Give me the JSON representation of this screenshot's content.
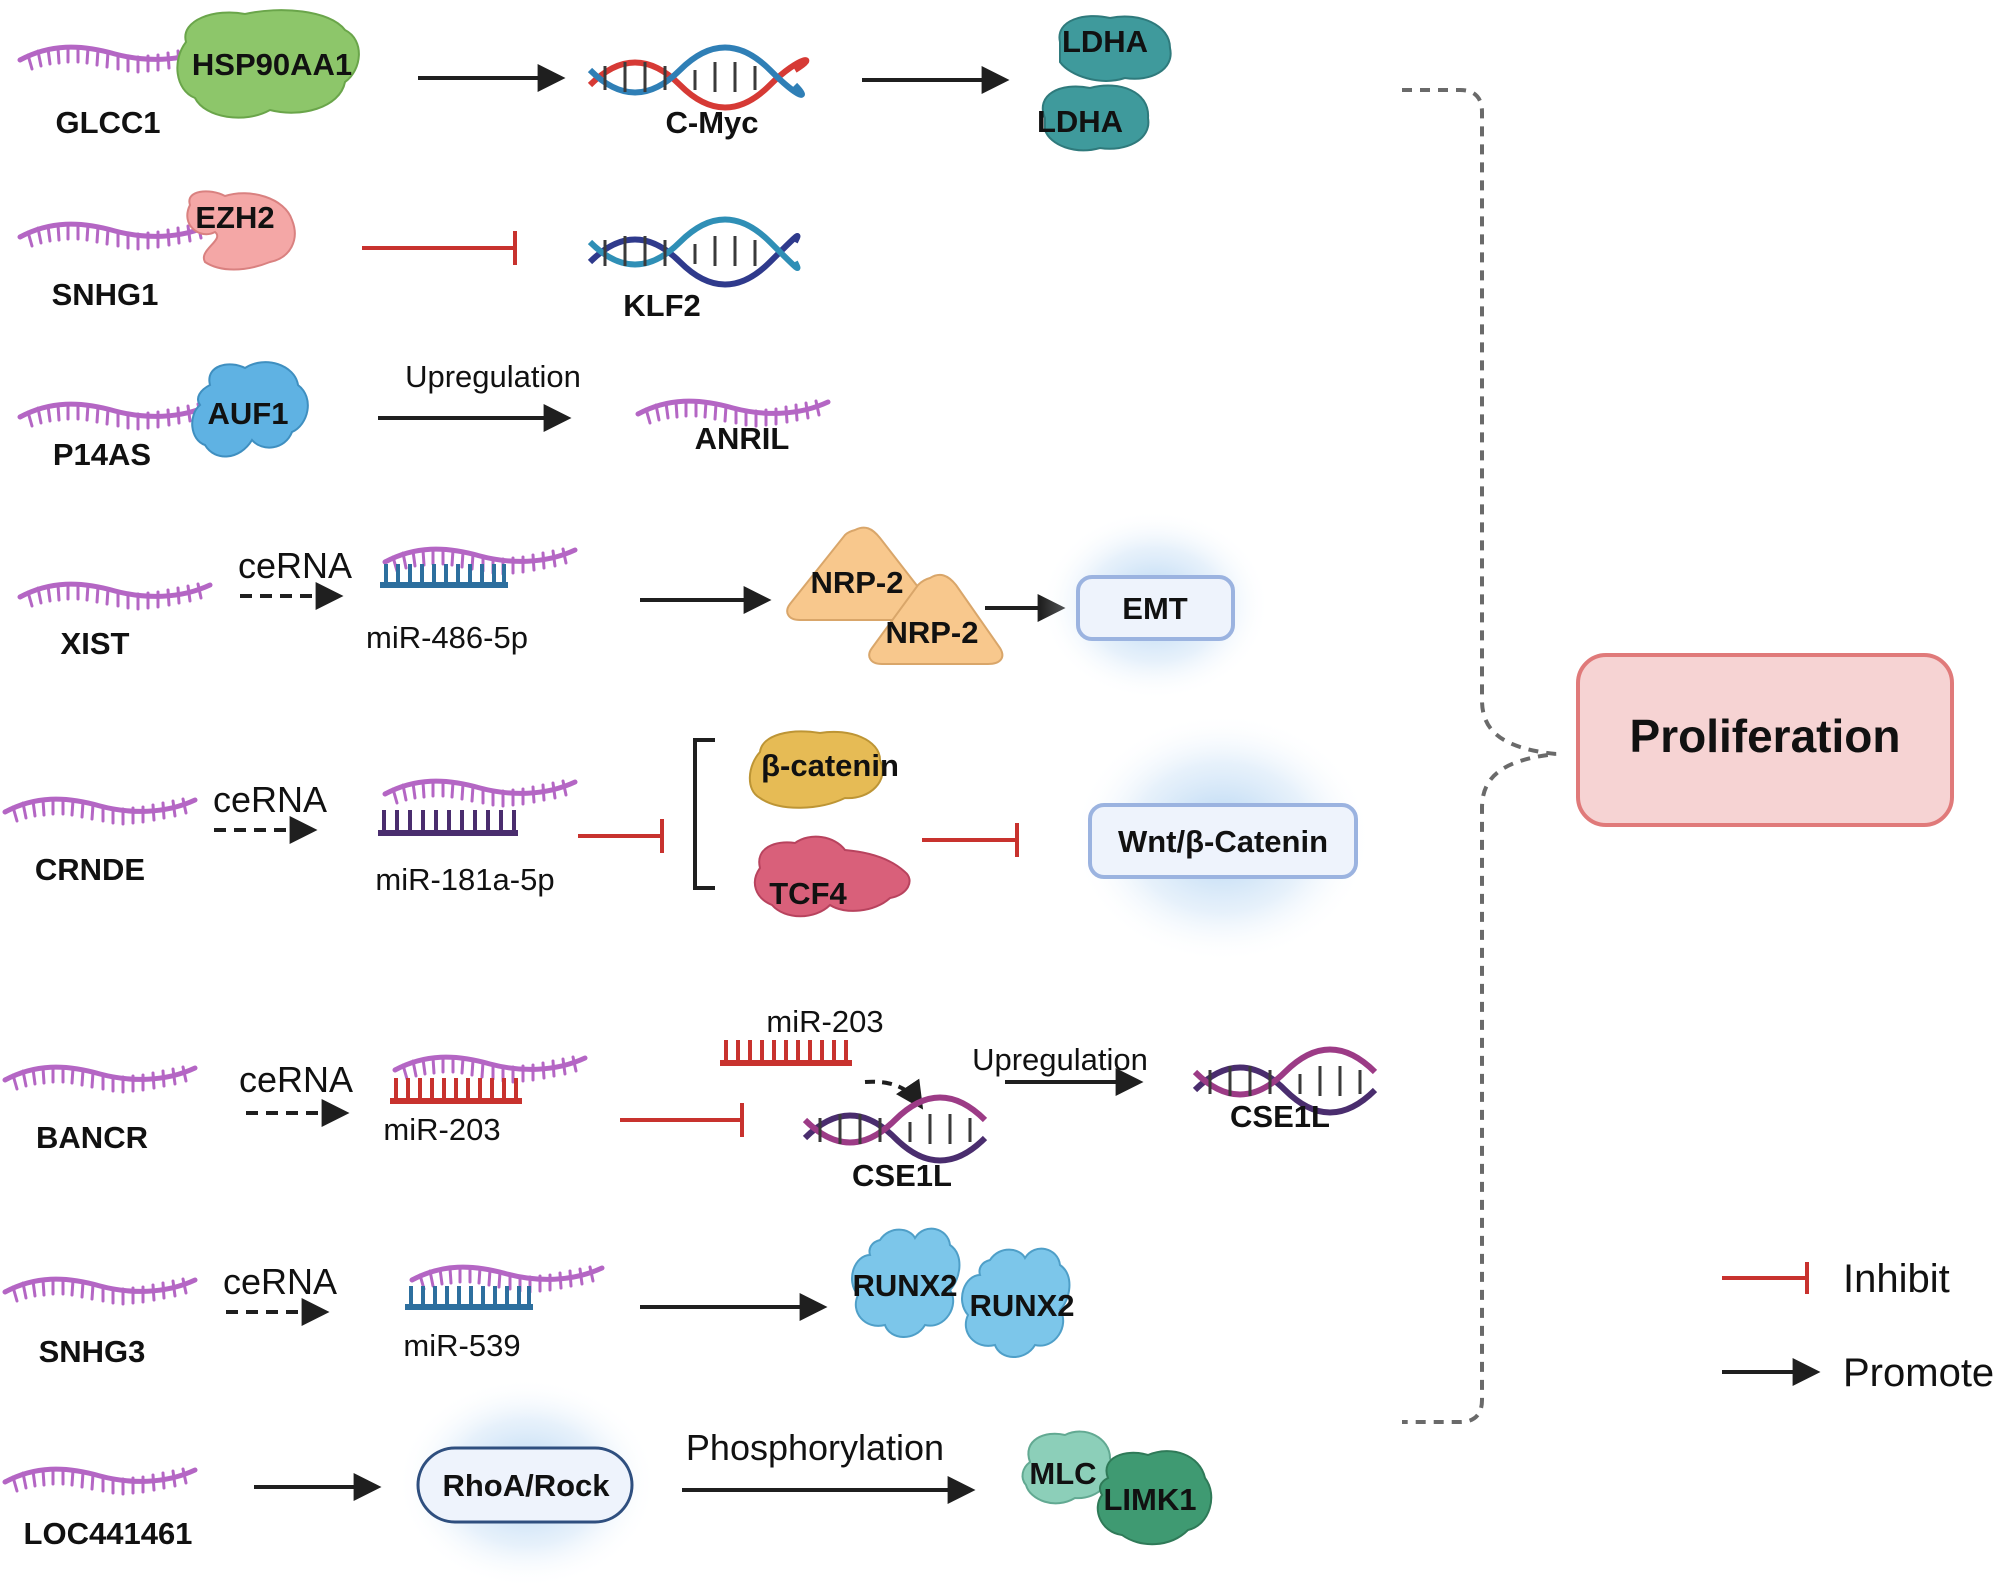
{
  "colors": {
    "rna": "#b466c4",
    "promote": "#1f1f1f",
    "inhibit": "#c8322e",
    "hsp90": "#8dc66a",
    "ldha": "#3f9a9c",
    "ezh2": "#f4a7a6",
    "auf1": "#5fb2e3",
    "nrp2": "#f8c88d",
    "catenin": "#e6bb55",
    "tcf4": "#d9607a",
    "runx2": "#7cc6ea",
    "mlc": "#8ccfb9",
    "limk1": "#3f9a72",
    "mir_blue": "#2d6f9e",
    "mir_purple": "#4a2d6e",
    "mir_red": "#c8322e",
    "box_border": "#9bb3e0",
    "box_fill": "#eef3fc",
    "prolif_border": "#e07a7a",
    "prolif_fill": "#f6d3d3"
  },
  "rows": {
    "glcc1": {
      "lnc": "GLCC1",
      "protein": "HSP90AA1",
      "dna": "C-Myc",
      "target1": "LDHA",
      "target2": "LDHA"
    },
    "snhg1": {
      "lnc": "SNHG1",
      "protein": "EZH2",
      "dna": "KLF2"
    },
    "p14as": {
      "lnc": "P14AS",
      "protein": "AUF1",
      "arrow_label": "Upregulation",
      "target": "ANRIL"
    },
    "xist": {
      "lnc": "XIST",
      "arrow_label": "ceRNA",
      "mirna": "miR-486-5p",
      "protein1": "NRP-2",
      "protein2": "NRP-2",
      "outcome": "EMT"
    },
    "crnde": {
      "lnc": "CRNDE",
      "arrow_label": "ceRNA",
      "mirna": "miR-181a-5p",
      "protein1": "β-catenin",
      "protein2": "TCF4",
      "outcome": "Wnt/β-Catenin"
    },
    "bancr": {
      "lnc": "BANCR",
      "arrow_label": "ceRNA",
      "mirna": "miR-203",
      "mirna_top": "miR-203",
      "dna1": "CSE1L",
      "arrow2_label": "Upregulation",
      "dna2": "CSE1L"
    },
    "snhg3": {
      "lnc": "SNHG3",
      "arrow_label": "ceRNA",
      "mirna": "miR-539",
      "protein1": "RUNX2",
      "protein2": "RUNX2"
    },
    "loc": {
      "lnc": "LOC441461",
      "pathway": "RhoA/Rock",
      "arrow_label": "Phosphorylation",
      "protein1": "MLC",
      "protein2": "LIMK1"
    }
  },
  "outcome": {
    "label": "Proliferation"
  },
  "legend": {
    "inhibit": "Inhibit",
    "promote": "Promote"
  }
}
